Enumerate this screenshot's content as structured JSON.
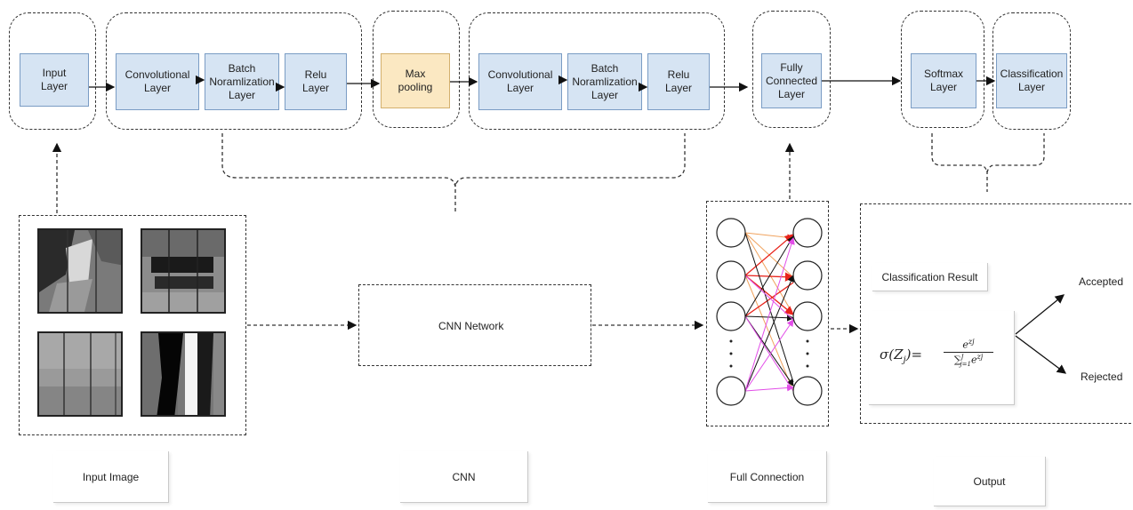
{
  "layers": {
    "input": "Input Layer",
    "conv1": "Convolutional Layer",
    "bn1": "Batch Noramlization Layer",
    "relu1": "Relu Layer",
    "pool": "Max pooling",
    "conv2": "Convolutional Layer",
    "bn2": "Batch Noramlization Layer",
    "relu2": "Relu Layer",
    "fc": "Fully Connected Layer",
    "softmax": "Softmax Layer",
    "classification": "Classification Layer"
  },
  "cnn_network_label": "CNN Network",
  "classification_result_label": "Classification Result",
  "formula": {
    "lhs": "σ(Z",
    "lhs_sub": "j",
    "lhs_close": ")=",
    "numerator_base": "e",
    "numerator_exp": "zj",
    "denominator_sum": "∑",
    "denominator_upper": "J",
    "denominator_lower": "j=1",
    "denominator_base": "e",
    "denominator_exp": "zj"
  },
  "outcomes": {
    "accepted": "Accepted",
    "rejected": "Rejected"
  },
  "section_labels": {
    "input_image": "Input Image",
    "cnn": "CNN",
    "full_connection": "Full Connection",
    "output": "Output"
  },
  "colors": {
    "layer_fill": "#d6e4f3",
    "pool_fill": "#fbe8c2",
    "red_edge": "#e8231b",
    "orange_edge": "#f0a35e",
    "magenta_edge": "#e24de8"
  }
}
